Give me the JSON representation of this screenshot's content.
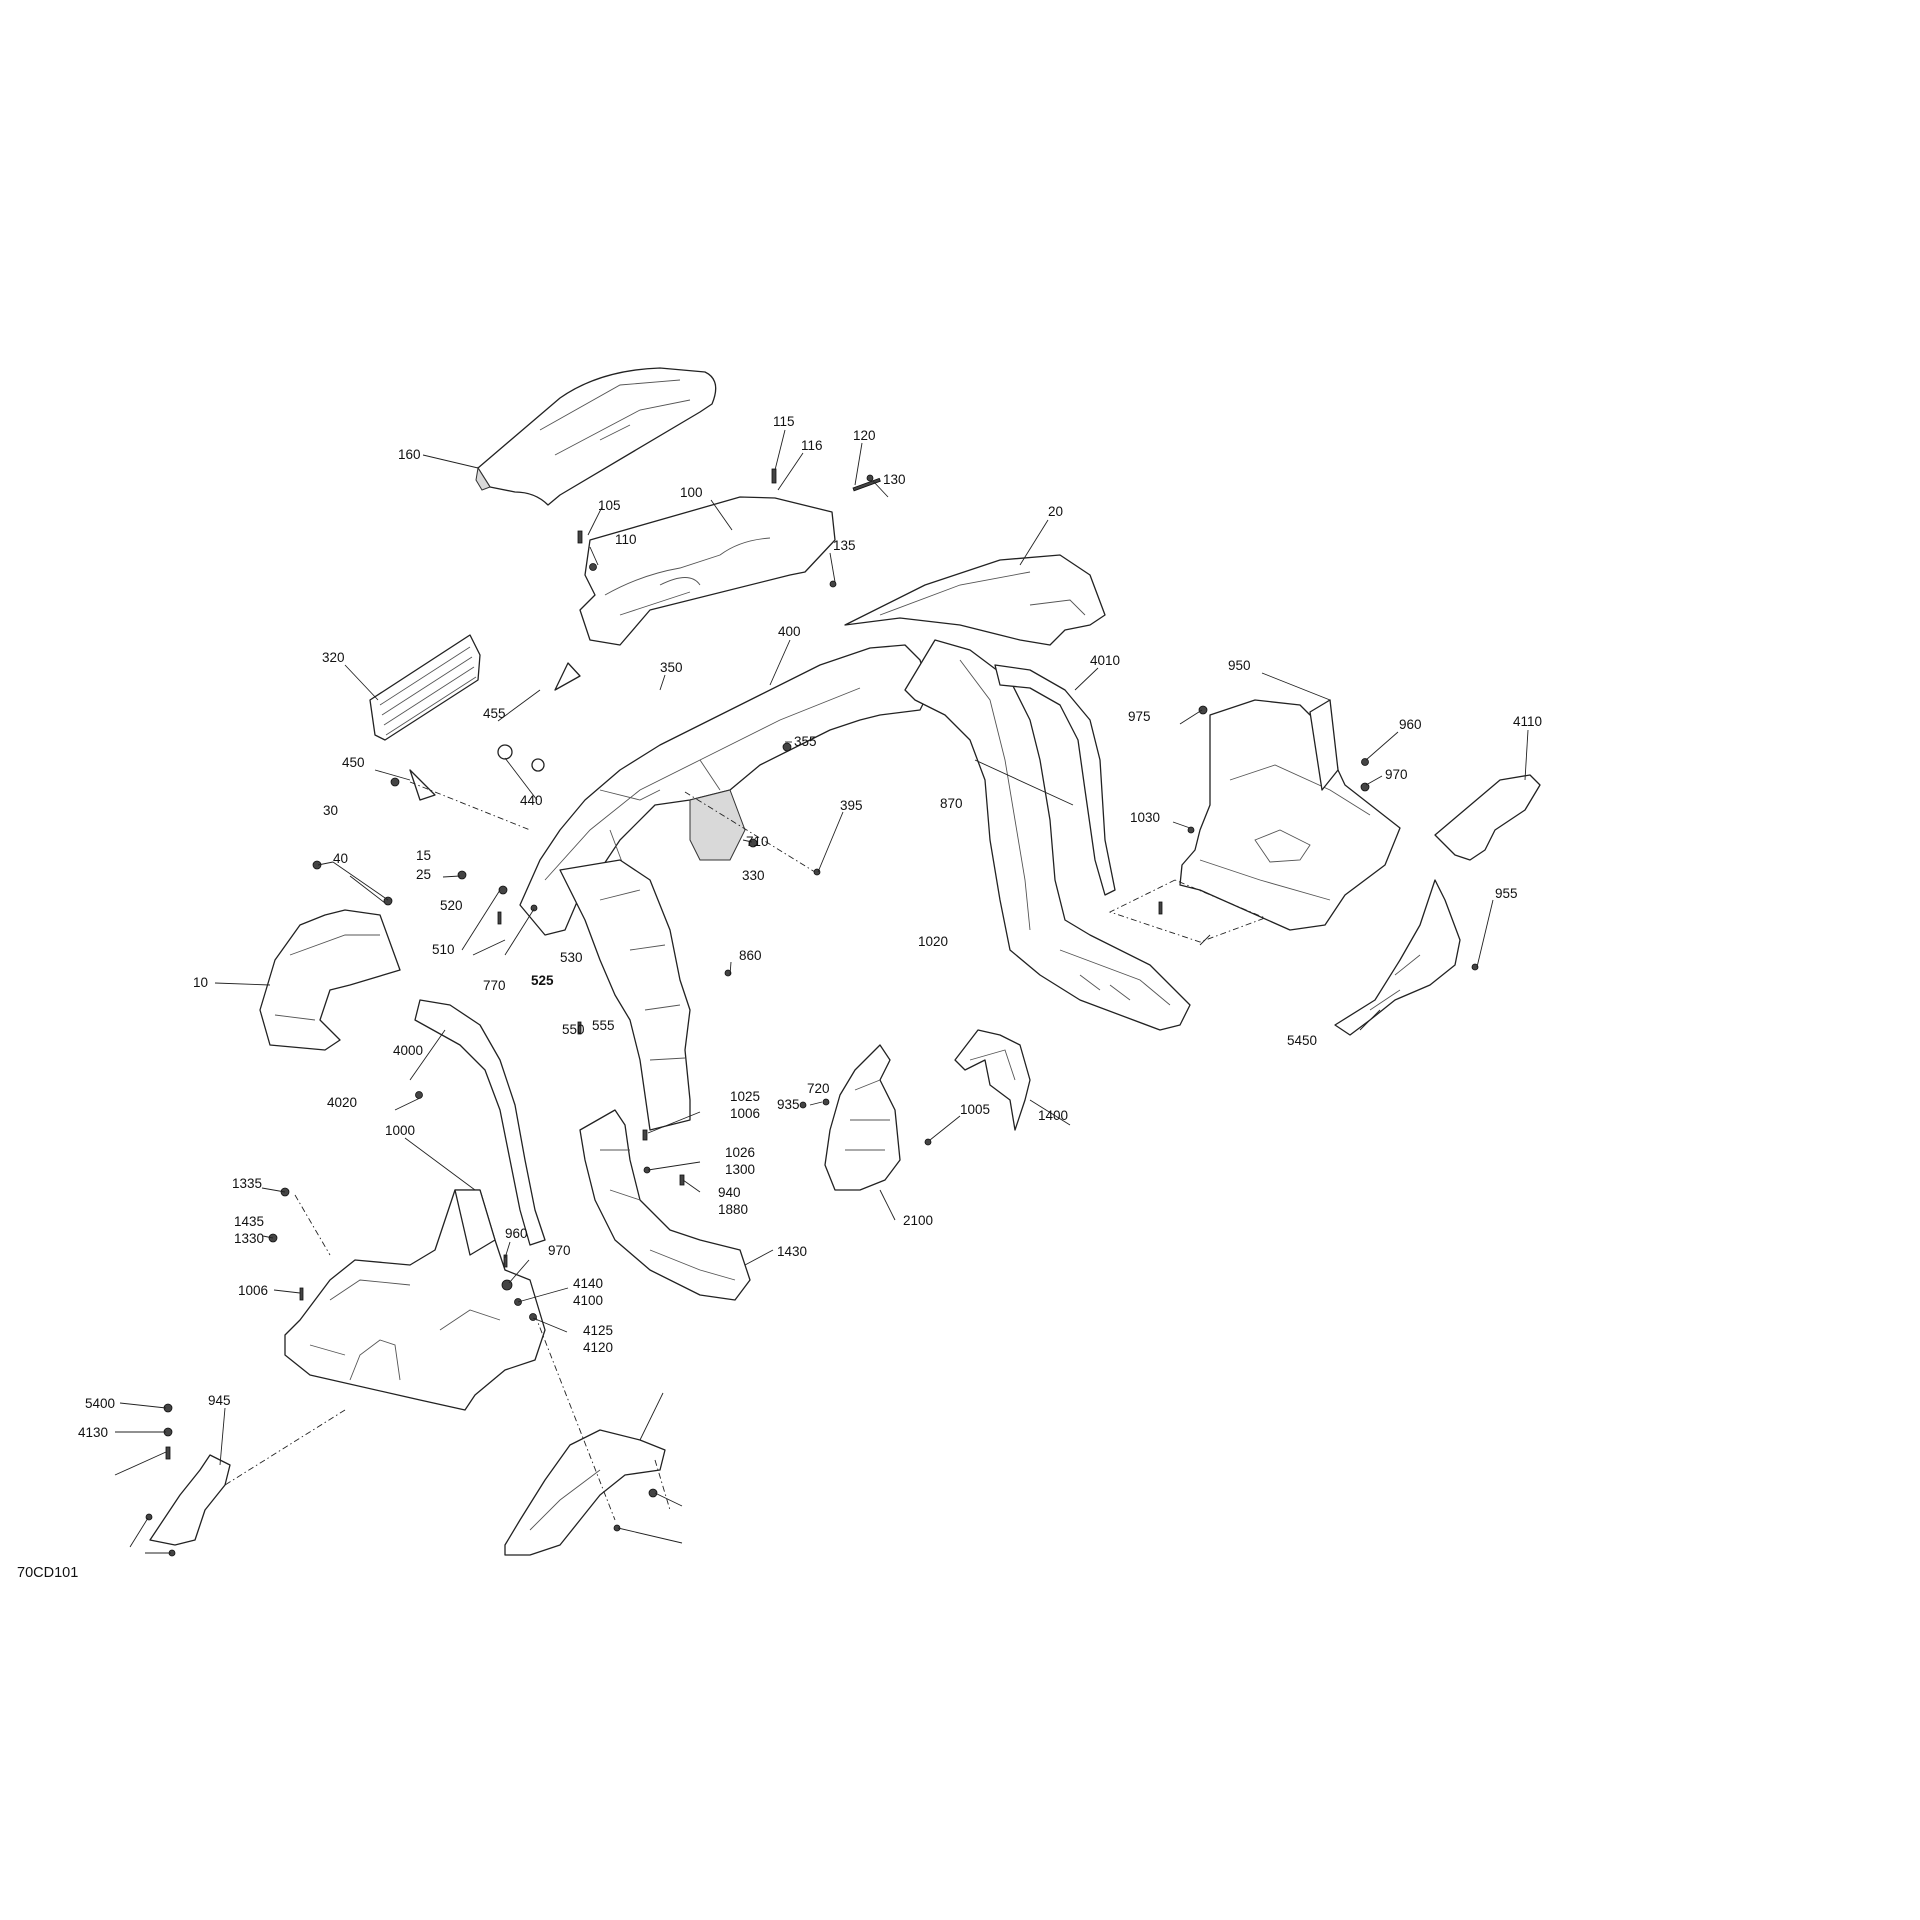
{
  "diagram_code": "70CD101",
  "callouts": [
    "160",
    "115",
    "116",
    "120",
    "130",
    "105",
    "110",
    "100",
    "135",
    "20",
    "400",
    "4010",
    "950",
    "975",
    "960",
    "970",
    "4110",
    "320",
    "350",
    "455",
    "450",
    "440",
    "355",
    "395",
    "870",
    "1030",
    "30",
    "40",
    "15",
    "25",
    "330",
    "520",
    "510",
    "770",
    "530",
    "525",
    "710",
    "550",
    "555",
    "860",
    "1020",
    "955",
    "5450",
    "10",
    "4000",
    "4020",
    "1400",
    "720",
    "935",
    "1005",
    "1025",
    "1006",
    "1026",
    "1300",
    "940",
    "1880",
    "2100",
    "1000",
    "1335",
    "1435",
    "1330",
    "1430",
    "4140",
    "4100",
    "4125",
    "4120",
    "5400",
    "945",
    "4130"
  ],
  "colors": {
    "line": "#222222",
    "background": "#ffffff",
    "part_fill": "#ffffff",
    "shade": "#d9d9d9"
  }
}
